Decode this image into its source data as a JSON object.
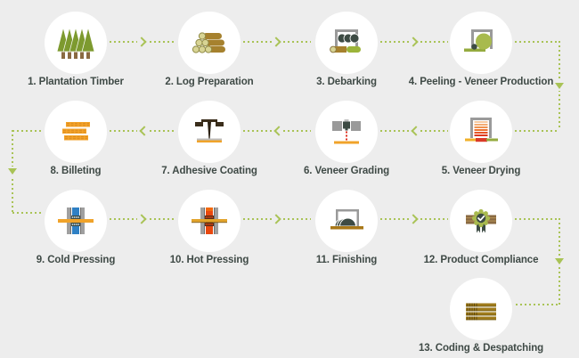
{
  "diagram": {
    "background_color": "#ededed",
    "connector_color": "#a9c356",
    "label_color": "#3f4a46",
    "circle_color": "#ffffff",
    "steps": [
      {
        "label": "1. Plantation Timber",
        "icon": "plantation-trees-icon",
        "row": 0,
        "col": 0
      },
      {
        "label": "2. Log Preparation",
        "icon": "log-stack-icon",
        "row": 0,
        "col": 1
      },
      {
        "label": "3. Debarking",
        "icon": "debarker-icon",
        "row": 0,
        "col": 2
      },
      {
        "label": "4. Peeling - Veneer Production",
        "icon": "peeling-lathe-icon",
        "row": 0,
        "col": 3
      },
      {
        "label": "5. Veneer Drying",
        "icon": "dryer-icon",
        "row": 1,
        "col": 3
      },
      {
        "label": "6. Veneer Grading",
        "icon": "grading-scanner-icon",
        "row": 1,
        "col": 2
      },
      {
        "label": "7. Adhesive Coating",
        "icon": "glue-spreader-icon",
        "row": 1,
        "col": 1
      },
      {
        "label": "8. Billeting",
        "icon": "billets-icon",
        "row": 1,
        "col": 0
      },
      {
        "label": "9. Cold Pressing",
        "icon": "cold-press-icon",
        "row": 2,
        "col": 0
      },
      {
        "label": "10. Hot Pressing",
        "icon": "hot-press-icon",
        "row": 2,
        "col": 1
      },
      {
        "label": "11. Finishing",
        "icon": "finishing-icon",
        "row": 2,
        "col": 2
      },
      {
        "label": "12. Product Compliance",
        "icon": "certificate-icon",
        "row": 2,
        "col": 3
      },
      {
        "label": "13. Coding & Despatching",
        "icon": "coded-stack-icon",
        "row": 3,
        "col": 3
      }
    ]
  }
}
